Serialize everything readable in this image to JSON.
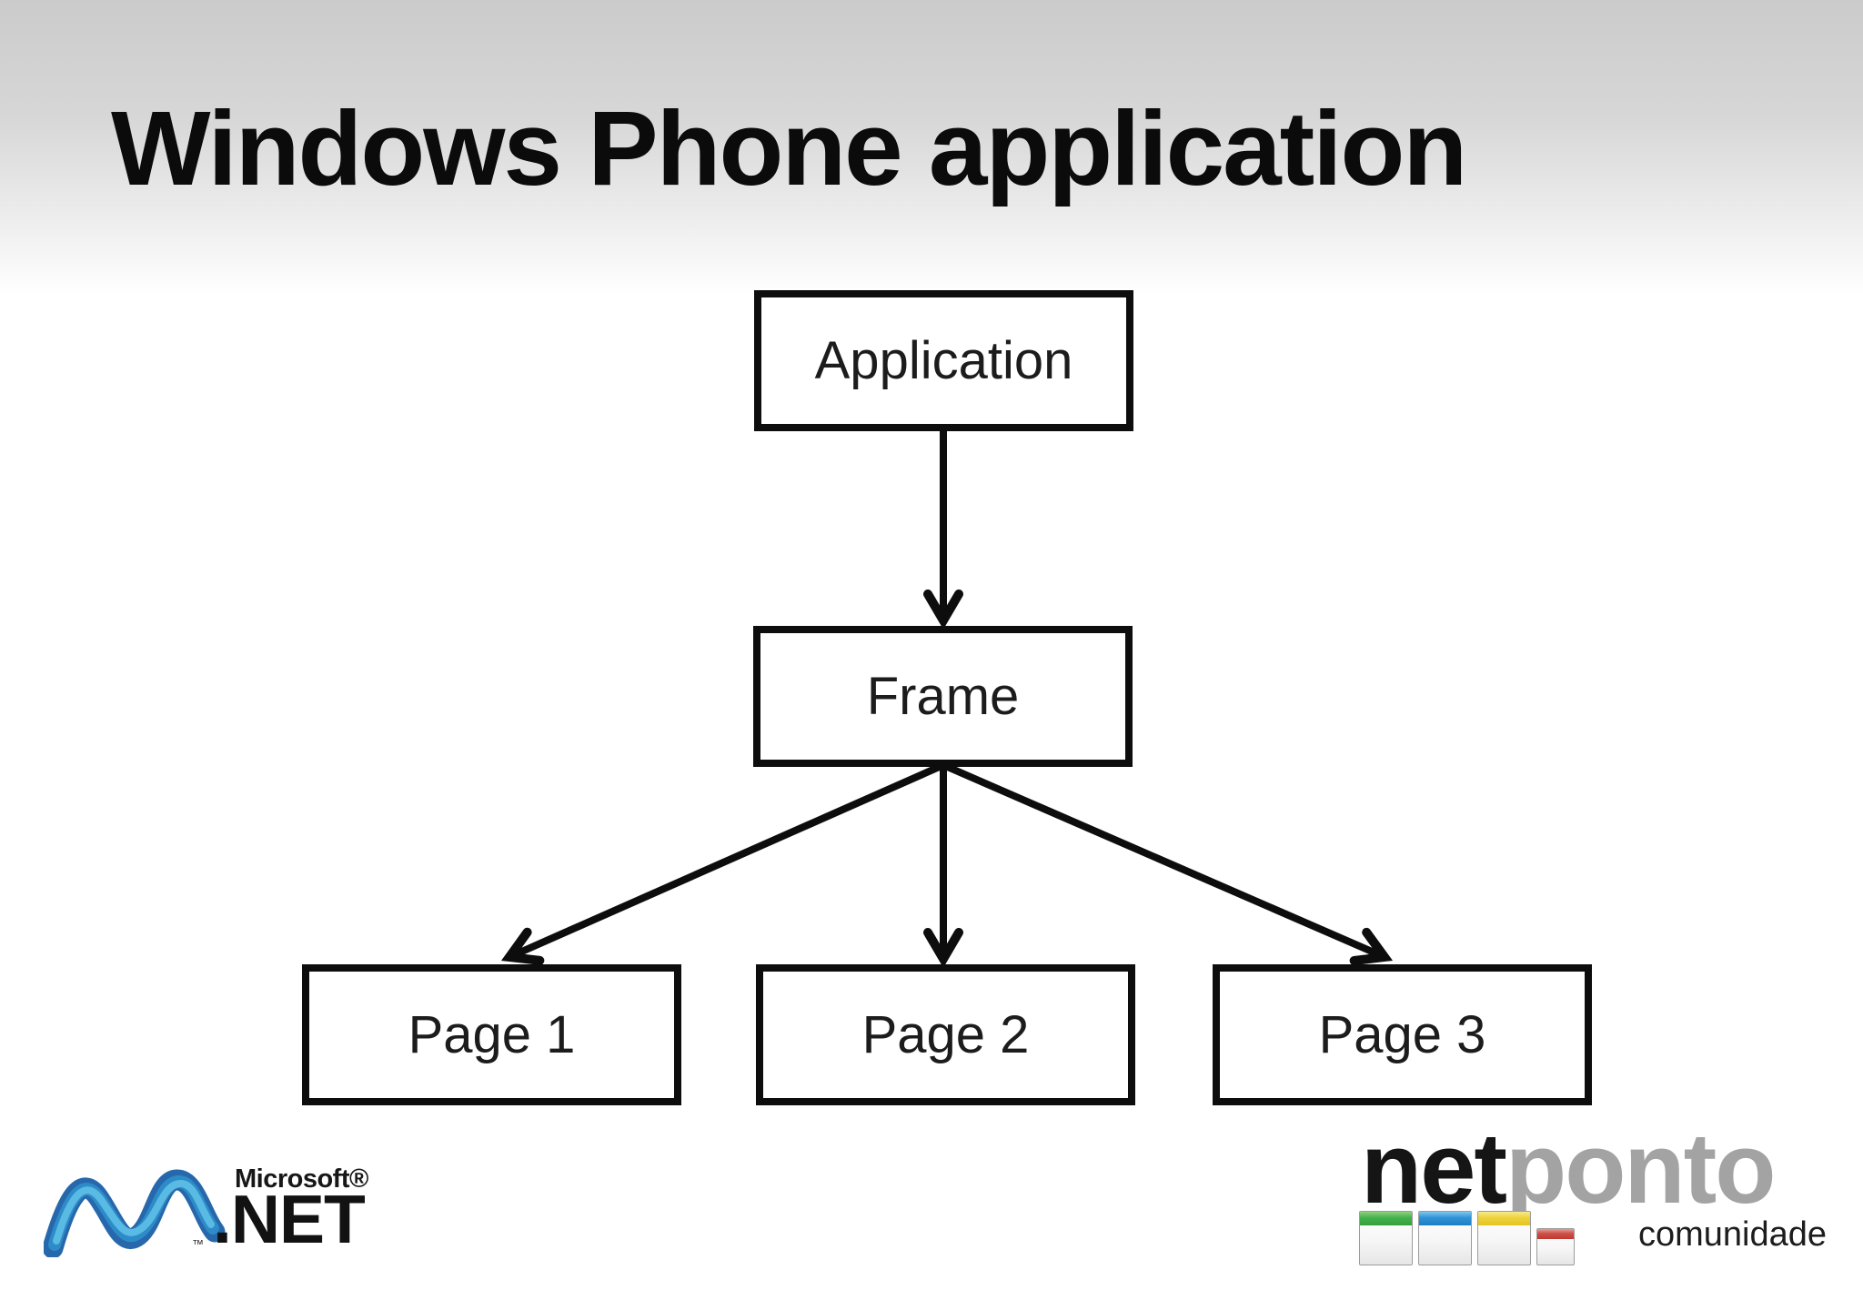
{
  "slide": {
    "title": "Windows Phone application"
  },
  "diagram": {
    "type": "tree",
    "nodes": [
      {
        "id": "application",
        "label": "Application"
      },
      {
        "id": "frame",
        "label": "Frame"
      },
      {
        "id": "page1",
        "label": "Page 1"
      },
      {
        "id": "page2",
        "label": "Page 2"
      },
      {
        "id": "page3",
        "label": "Page 3"
      }
    ],
    "edges": [
      {
        "from": "application",
        "to": "frame"
      },
      {
        "from": "frame",
        "to": "page1"
      },
      {
        "from": "frame",
        "to": "page2"
      },
      {
        "from": "frame",
        "to": "page3"
      }
    ]
  },
  "footer": {
    "microsoft_net": {
      "brand": "Microsoft®",
      "product": ".NET",
      "trademark": "™"
    },
    "netponto": {
      "name_bold": "net",
      "name_gray": "ponto",
      "tagline": "comunidade"
    }
  },
  "colors": {
    "background_top": "#cbcbcb",
    "background_bottom": "#ffffff",
    "box_border": "#0d0d0d",
    "arrow": "#0d0d0d",
    "title_text": "#0b0b0b",
    "ponto_gray": "#a3a3a3",
    "net_swoosh_dark_blue": "#1b60a8",
    "net_swoosh_mid_blue": "#2f93cf",
    "net_swoosh_light_blue": "#62c2e8",
    "window_green": "#44b14b",
    "window_blue": "#2e93d6",
    "window_yellow": "#ecd23b",
    "window_red": "#cc5149"
  }
}
